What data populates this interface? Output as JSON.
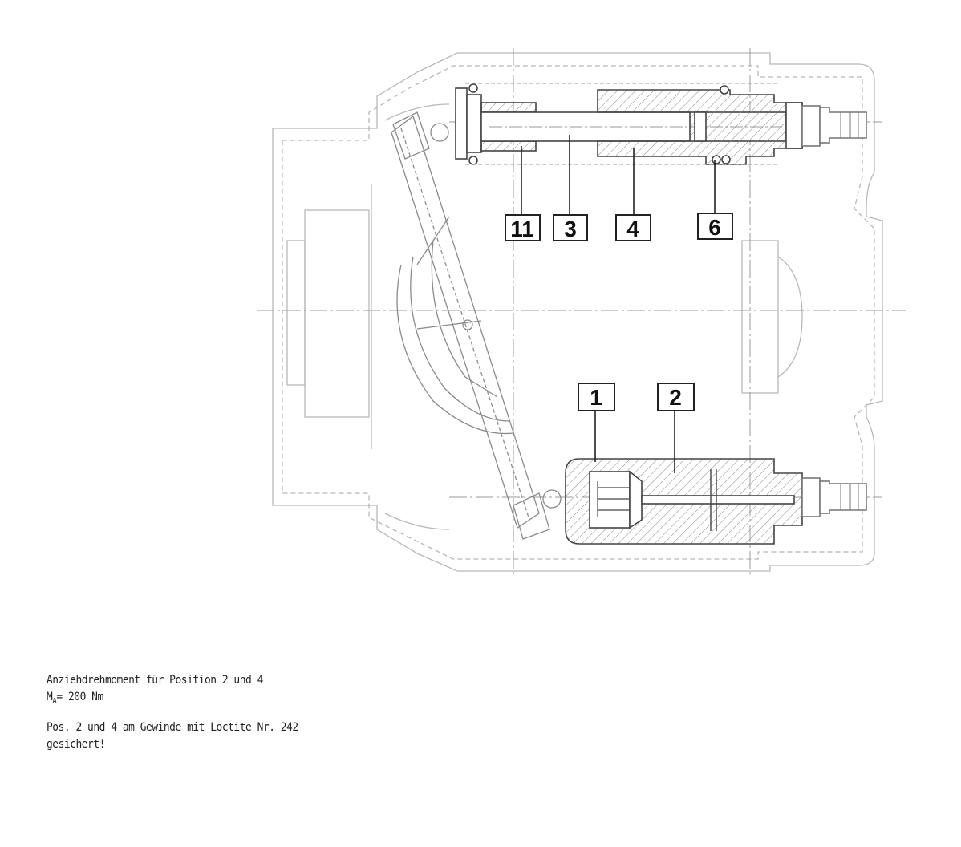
{
  "callouts": {
    "c11": "11",
    "c3": "3",
    "c4": "4",
    "c6": "6",
    "c1": "1",
    "c2": "2"
  },
  "notes": {
    "line1": "Anziehdrehmoment für Position 2 und 4",
    "line2_prefix": "M",
    "line2_sub": "A",
    "line2_rest": "= 200 Nm",
    "line3": "Pos. 2 und 4 am Gewinde mit Loctite Nr. 242",
    "line4": "gesichert!"
  },
  "colors": {
    "outline": "#b8b8b8",
    "section": "#444444",
    "hatch": "#888888"
  }
}
